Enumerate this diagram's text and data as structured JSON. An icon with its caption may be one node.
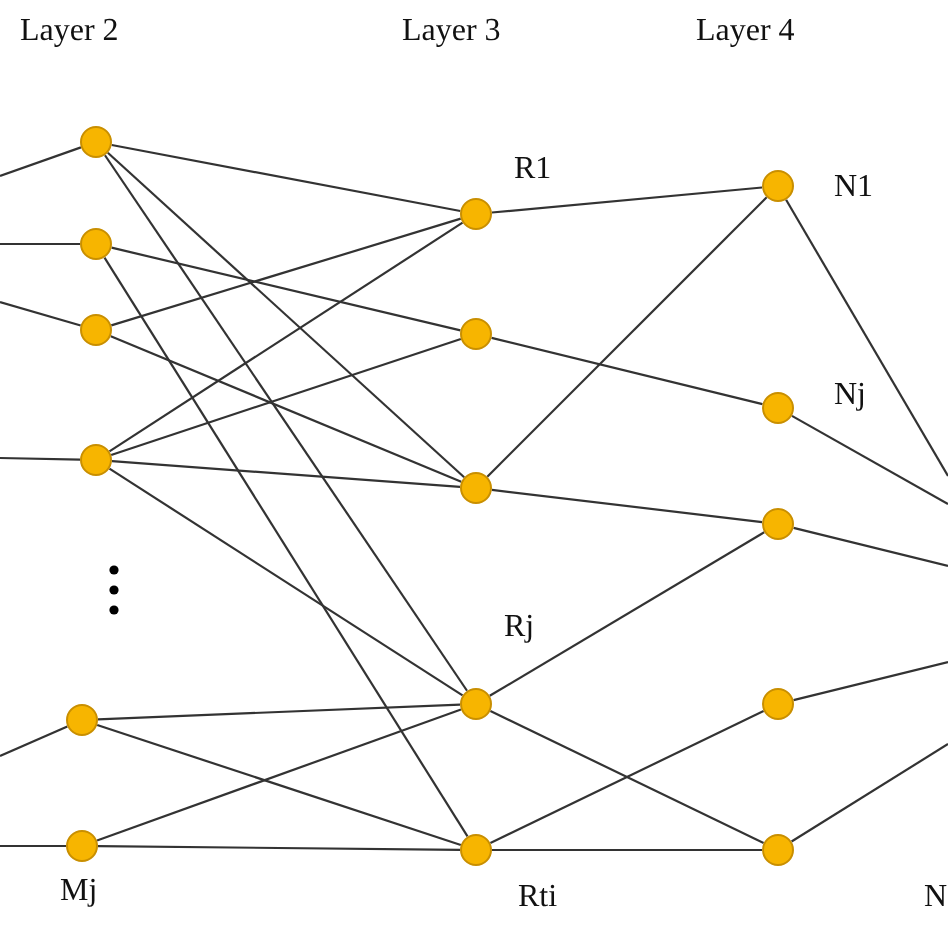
{
  "diagram": {
    "nodes": [
      {
        "text": [],
        "shape": "circle"
      },
      {
        "text": [],
        "shape": "circle"
      },
      {
        "text": [],
        "shape": "circle"
      },
      {
        "text": [],
        "shape": "circle"
      },
      {
        "text": [],
        "shape": "circle"
      },
      {
        "text": [],
        "shape": "circle",
        "beside": [
          "Mj"
        ]
      },
      {
        "text": [],
        "shape": "circle",
        "beside": [
          "R1"
        ]
      },
      {
        "text": [],
        "shape": "circle"
      },
      {
        "text": [],
        "shape": "circle"
      },
      {
        "text": [],
        "shape": "circle",
        "beside": [
          "Rj"
        ]
      },
      {
        "text": [],
        "shape": "circle",
        "beside": [
          "Rti"
        ]
      },
      {
        "text": [],
        "shape": "circle",
        "beside": [
          "N1"
        ]
      },
      {
        "text": [],
        "shape": "circle",
        "beside": [
          "Nj"
        ]
      },
      {
        "text": [],
        "shape": "circle"
      },
      {
        "text": [],
        "shape": "circle"
      },
      {
        "text": [],
        "shape": "circle"
      }
    ],
    "edges": [
      {
        "from": null,
        "to": 0,
        "arrow": "none"
      },
      {
        "from": null,
        "to": 1,
        "arrow": "none"
      },
      {
        "from": null,
        "to": 2,
        "arrow": "none"
      },
      {
        "from": null,
        "to": 3,
        "arrow": "none"
      },
      {
        "from": null,
        "to": 4,
        "arrow": "none"
      },
      {
        "from": null,
        "to": 5,
        "arrow": "none"
      },
      {
        "from": 0,
        "to": 6,
        "arrow": "none"
      },
      {
        "from": 0,
        "to": 8,
        "arrow": "none"
      },
      {
        "from": 0,
        "to": 9,
        "arrow": "none"
      },
      {
        "from": 1,
        "to": 7,
        "arrow": "none"
      },
      {
        "from": 1,
        "to": 10,
        "arrow": "none"
      },
      {
        "from": 2,
        "to": 6,
        "arrow": "none"
      },
      {
        "from": 2,
        "to": 8,
        "arrow": "none"
      },
      {
        "from": 3,
        "to": 6,
        "arrow": "none"
      },
      {
        "from": 3,
        "to": 7,
        "arrow": "none"
      },
      {
        "from": 3,
        "to": 8,
        "arrow": "none"
      },
      {
        "from": 3,
        "to": 9,
        "arrow": "none"
      },
      {
        "from": 4,
        "to": 9,
        "arrow": "none"
      },
      {
        "from": 4,
        "to": 10,
        "arrow": "none"
      },
      {
        "from": 5,
        "to": 9,
        "arrow": "none"
      },
      {
        "from": 5,
        "to": 10,
        "arrow": "none"
      },
      {
        "from": 6,
        "to": 11,
        "arrow": "none"
      },
      {
        "from": 7,
        "to": 12,
        "arrow": "none"
      },
      {
        "from": 8,
        "to": 11,
        "arrow": "none"
      },
      {
        "from": 8,
        "to": 13,
        "arrow": "none"
      },
      {
        "from": 9,
        "to": 13,
        "arrow": "none"
      },
      {
        "from": 9,
        "to": 15,
        "arrow": "none"
      },
      {
        "from": 10,
        "to": 14,
        "arrow": "none"
      },
      {
        "from": 10,
        "to": 15,
        "arrow": "none"
      },
      {
        "from": 11,
        "to": null,
        "arrow": "none"
      },
      {
        "from": 12,
        "to": null,
        "arrow": "none"
      },
      {
        "from": 13,
        "to": null,
        "arrow": "none"
      },
      {
        "from": 14,
        "to": null,
        "arrow": "none"
      },
      {
        "from": 15,
        "to": null,
        "arrow": "none"
      }
    ],
    "labels": [
      "Layer 2",
      "Layer 3",
      "Layer 4",
      "N"
    ]
  }
}
